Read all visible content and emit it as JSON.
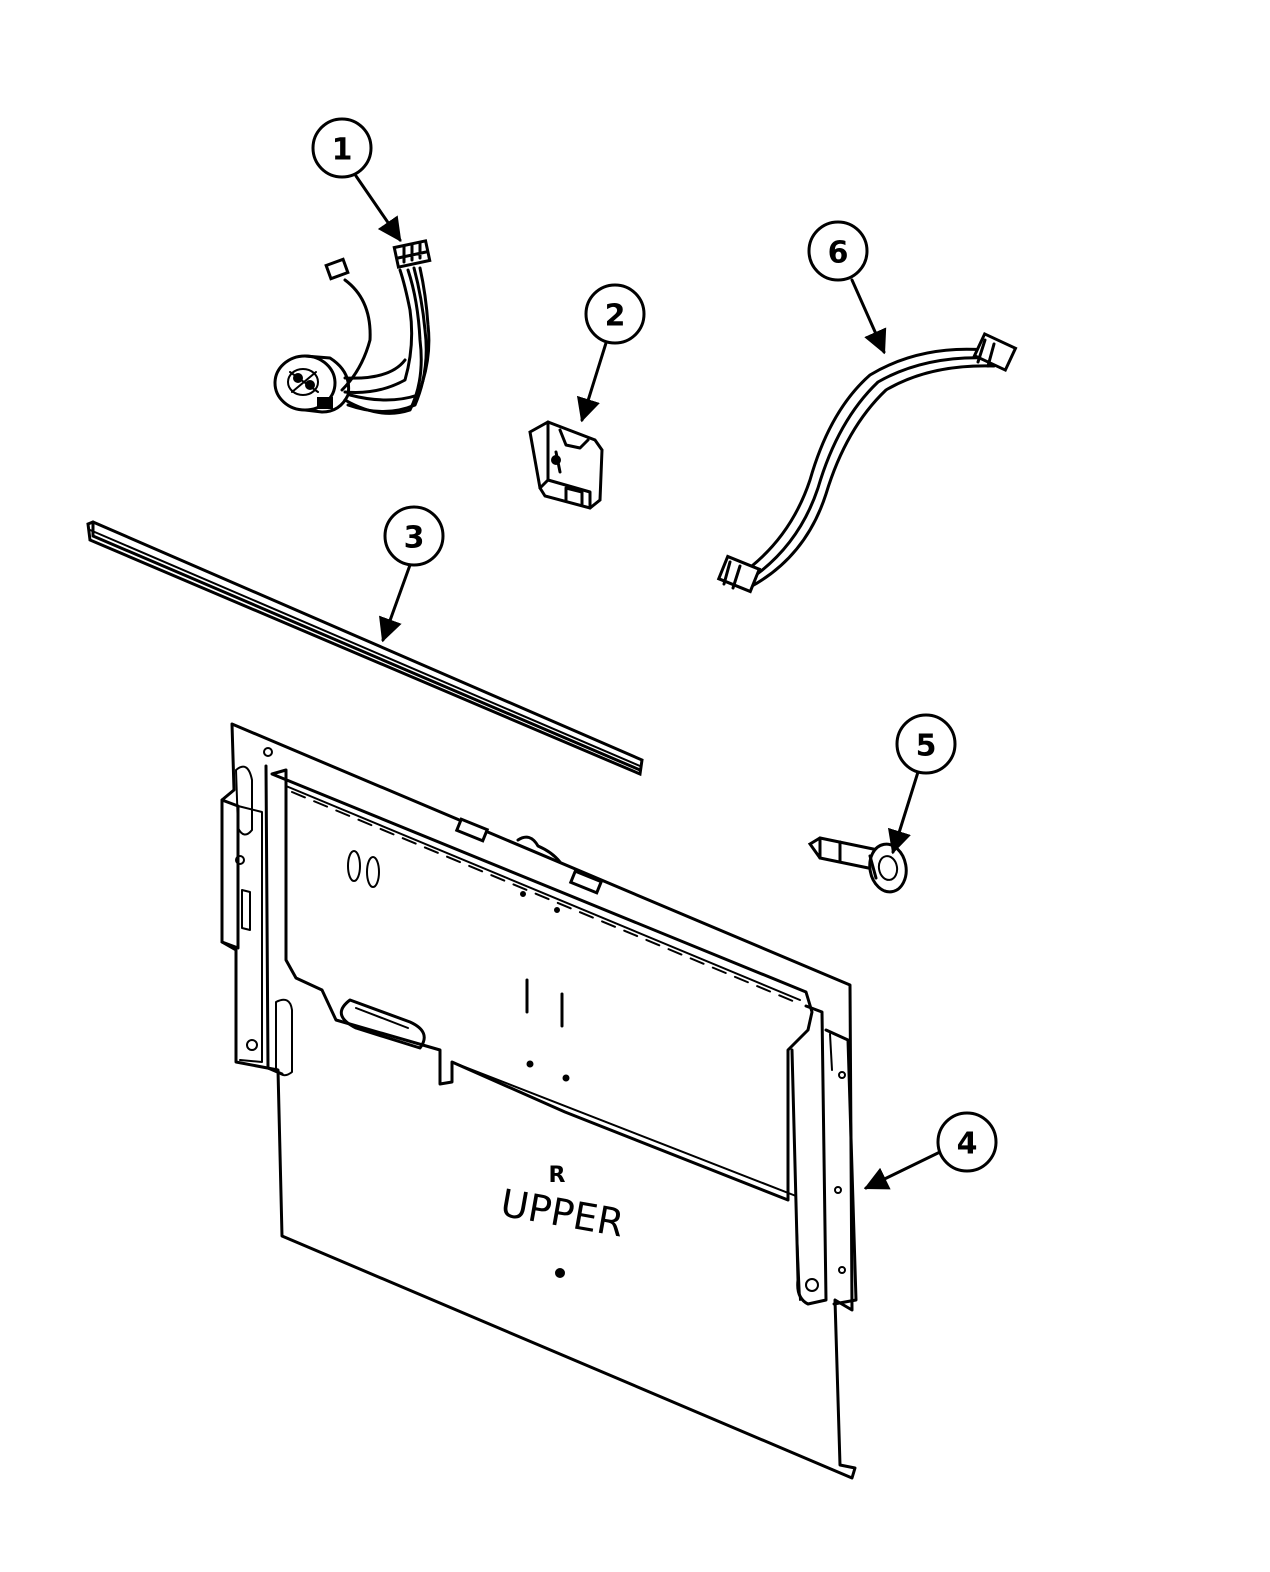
{
  "callouts": [
    {
      "id": "1",
      "label": "1"
    },
    {
      "id": "2",
      "label": "2"
    },
    {
      "id": "3",
      "label": "3"
    },
    {
      "id": "4",
      "label": "4"
    },
    {
      "id": "5",
      "label": "5"
    },
    {
      "id": "6",
      "label": "6"
    }
  ],
  "panel_markings": {
    "r_mark": "R",
    "upper_mark": "UPPER"
  }
}
